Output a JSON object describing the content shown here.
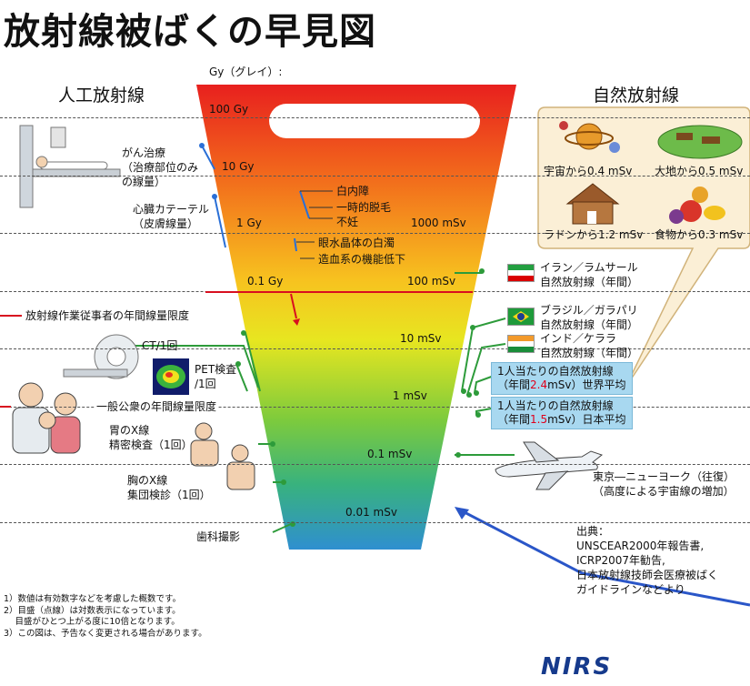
{
  "title": "放射線被ばくの早見図",
  "unit_label": "Gy（グレイ）:",
  "left_header": "人工放射線",
  "right_header": "自然放射線",
  "scale": {
    "gy": [
      "100 Gy",
      "10 Gy",
      "1 Gy",
      "0.1 Gy"
    ],
    "msv": [
      "1000 mSv",
      "100 mSv",
      "10 mSv",
      "1 mSv",
      "0.1 mSv",
      "0.01 mSv"
    ]
  },
  "effects": [
    "白内障",
    "一時的脱毛",
    "不妊",
    "眼水晶体の白濁",
    "造血系の機能低下"
  ],
  "artificial": {
    "cancer": [
      "がん治療",
      "（治療部位のみ",
      "の線量）"
    ],
    "cardiac": [
      "心臓カテーテル",
      "（皮膚線量）"
    ],
    "worker_limit": "放射線作業従事者の年間線量限度",
    "ct": "CT/1回",
    "pet": [
      "PET検査",
      "/1回"
    ],
    "public_limit": "一般公衆の年間線量限度",
    "stomach": [
      "胃のX線",
      "精密検査（1回）"
    ],
    "chest": [
      "胸のX線",
      "集団検診（1回）"
    ],
    "dental": "歯科撮影"
  },
  "natural": {
    "cosmic": "宇宙から0.4 mSv",
    "earth": "大地から0.5 mSv",
    "radon": "ラドンから1.2 mSv",
    "food": "食物から0.3 mSv",
    "iran": [
      "イラン／ラムサール",
      "自然放射線（年間）"
    ],
    "brazil": [
      "ブラジル／ガラパリ",
      "自然放射線（年間）"
    ],
    "india": [
      "インド／ケララ",
      "自然放射線（年間）"
    ],
    "world_avg": {
      "l1": "1人当たりの自然放射線",
      "pre": "（年間",
      "val": "2.4",
      "post": "mSv）世界平均"
    },
    "japan_avg": {
      "l1": "1人当たりの自然放射線",
      "pre": "（年間",
      "val": "1.5",
      "post": "mSv）日本平均"
    },
    "flight": [
      "東京―ニューヨーク（往復）",
      "（高度による宇宙線の増加）"
    ]
  },
  "source": [
    "出典：",
    "UNSCEAR2000年報告書,",
    "ICRP2007年勧告,",
    "日本放射線技師会医療被ばく",
    "ガイドラインなどより"
  ],
  "notes": [
    "1）数値は有効数字などを考慮した概数です。",
    "2）目盛（点線）は対数表示になっています。",
    "　 目盛がひとつ上がる度に10倍となります。",
    "3）この図は、予告なく変更される場合があります。"
  ],
  "logo": "NIRS",
  "colors": {
    "worker_red": "#d80f1f",
    "leader_green": "#2d9b3a",
    "leader_blue": "#2a6fd6"
  }
}
